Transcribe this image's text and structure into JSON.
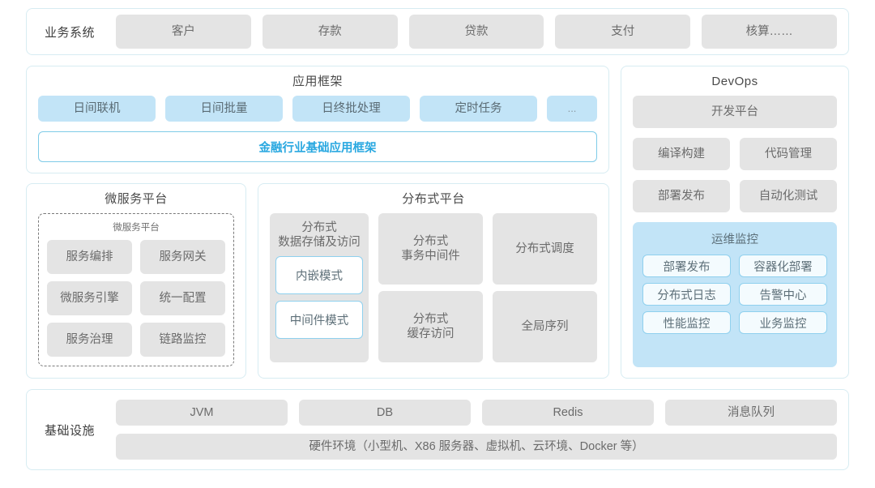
{
  "business_systems": {
    "label": "业务系统",
    "items": [
      "客户",
      "存款",
      "贷款",
      "支付",
      "核算……"
    ]
  },
  "application_framework": {
    "title": "应用框架",
    "items": [
      "日间联机",
      "日间批量",
      "日终批处理",
      "定时任务",
      "..."
    ],
    "base_platform": "金融行业基础应用框架"
  },
  "microservice_platform": {
    "title": "微服务平台",
    "inner_title": "微服务平台",
    "items": [
      "服务编排",
      "服务网关",
      "微服务引擎",
      "统一配置",
      "服务治理",
      "链路监控"
    ]
  },
  "distributed_platform": {
    "title": "分布式平台",
    "storage": {
      "title": "分布式\n数据存储及访问",
      "title_line1": "分布式",
      "title_line2": "数据存储及访问",
      "modes": [
        "内嵌模式",
        "中间件模式"
      ]
    },
    "items": [
      {
        "line1": "分布式",
        "line2": "事务中间件"
      },
      {
        "line1": "分布式调度",
        "line2": ""
      },
      {
        "line1": "分布式",
        "line2": "缓存访问"
      },
      {
        "line1": "全局序列",
        "line2": ""
      }
    ]
  },
  "devops": {
    "title": "DevOps",
    "platform": "开发平台",
    "items": [
      "编译构建",
      "代码管理",
      "部署发布",
      "自动化测试"
    ],
    "monitoring": {
      "title": "运维监控",
      "items": [
        "部署发布",
        "容器化部署",
        "分布式日志",
        "告警中心",
        "性能监控",
        "业务监控"
      ]
    }
  },
  "infrastructure": {
    "label": "基础设施",
    "items": [
      "JVM",
      "DB",
      "Redis",
      "消息队列"
    ],
    "hardware": "硬件环境（小型机、X86 服务器、虚拟机、云环境、Docker 等）"
  },
  "colors": {
    "accent_blue": "#29a8e0",
    "tile_blue": "#c2e4f7",
    "tile_gray": "#e4e4e4",
    "panel_border": "#d7ecf2"
  }
}
